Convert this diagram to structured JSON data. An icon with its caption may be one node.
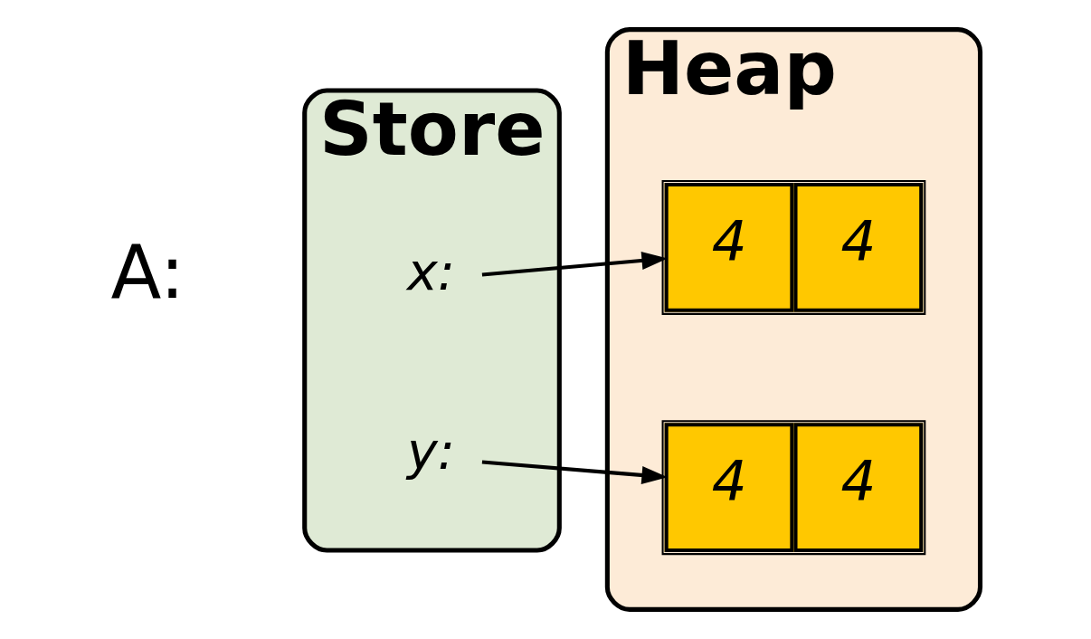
{
  "diagram": {
    "nodes": [
      {
        "text": [
          "Store"
        ]
      },
      {
        "text": [
          "x:"
        ],
        "in": 0
      },
      {
        "text": [
          "y:"
        ],
        "in": 0
      },
      {
        "text": [
          "Heap"
        ]
      },
      {
        "text": [
          "4",
          "4"
        ],
        "in": 3
      },
      {
        "text": [
          "4",
          "4"
        ],
        "in": 3
      }
    ],
    "edges": [
      {
        "from": 1,
        "to": 4,
        "arrow": "to"
      },
      {
        "from": 2,
        "to": 5,
        "arrow": "to"
      }
    ],
    "labels": [
      "A:"
    ]
  }
}
